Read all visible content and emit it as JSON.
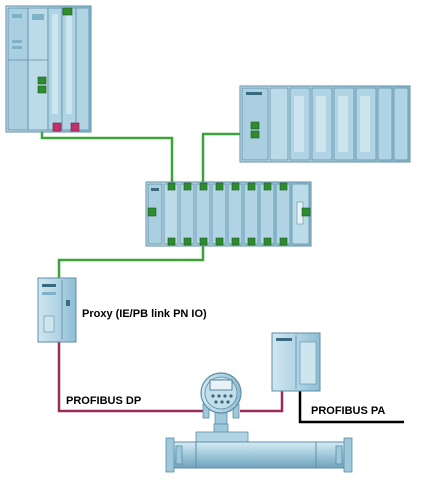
{
  "labels": {
    "proxy": "Proxy (IE/PB link PN IO)",
    "profibus_dp": "PROFIBUS DP",
    "profibus_pa": "PROFIBUS PA"
  },
  "colors": {
    "industrial_ethernet": "#3aa33a",
    "profibus_dp": "#9c2b5a",
    "profibus_pa": "#000000",
    "device_face": "#a9cfe0",
    "device_edge": "#5d8ea6",
    "port_green": "#2e8b2e",
    "port_magenta": "#c0306c"
  }
}
